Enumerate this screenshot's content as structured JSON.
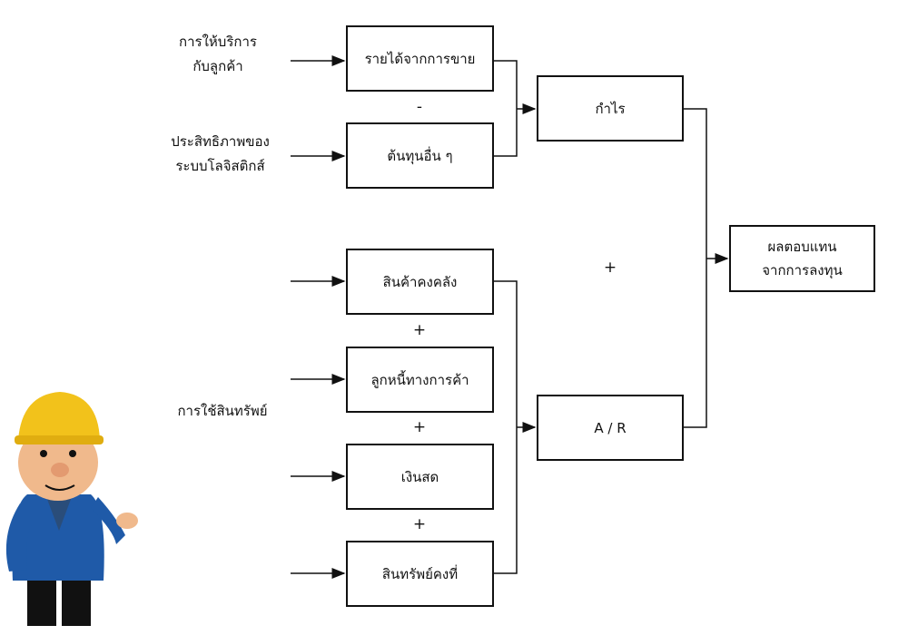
{
  "inputs": {
    "service_line1": "การให้บริการ",
    "service_line2": "กับลูกค้า",
    "logistics_line1": "ประสิทธิภาพของ",
    "logistics_line2": "ระบบโลจิสติกส์",
    "asset_use": "การใช้สินทรัพย์"
  },
  "boxes": {
    "revenue": "รายได้จากการขาย",
    "other_costs": "ต้นทุนอื่น ๆ",
    "profit": "กำไร",
    "inventory": "สินค้าคงคลัง",
    "receivables": "ลูกหนี้ทางการค้า",
    "cash": "เงินสด",
    "fixed_assets": "สินทรัพย์คงที่",
    "ar": "A / R",
    "roi_line1": "ผลตอบแทน",
    "roi_line2": "จากการลงทุน"
  },
  "operators": {
    "minus": "-",
    "plus_main": "+",
    "plus1": "+",
    "plus2": "+",
    "plus3": "+"
  },
  "colors": {
    "line": "#111111",
    "helmet": "#f2c21b",
    "shirt": "#1f5aa8"
  }
}
